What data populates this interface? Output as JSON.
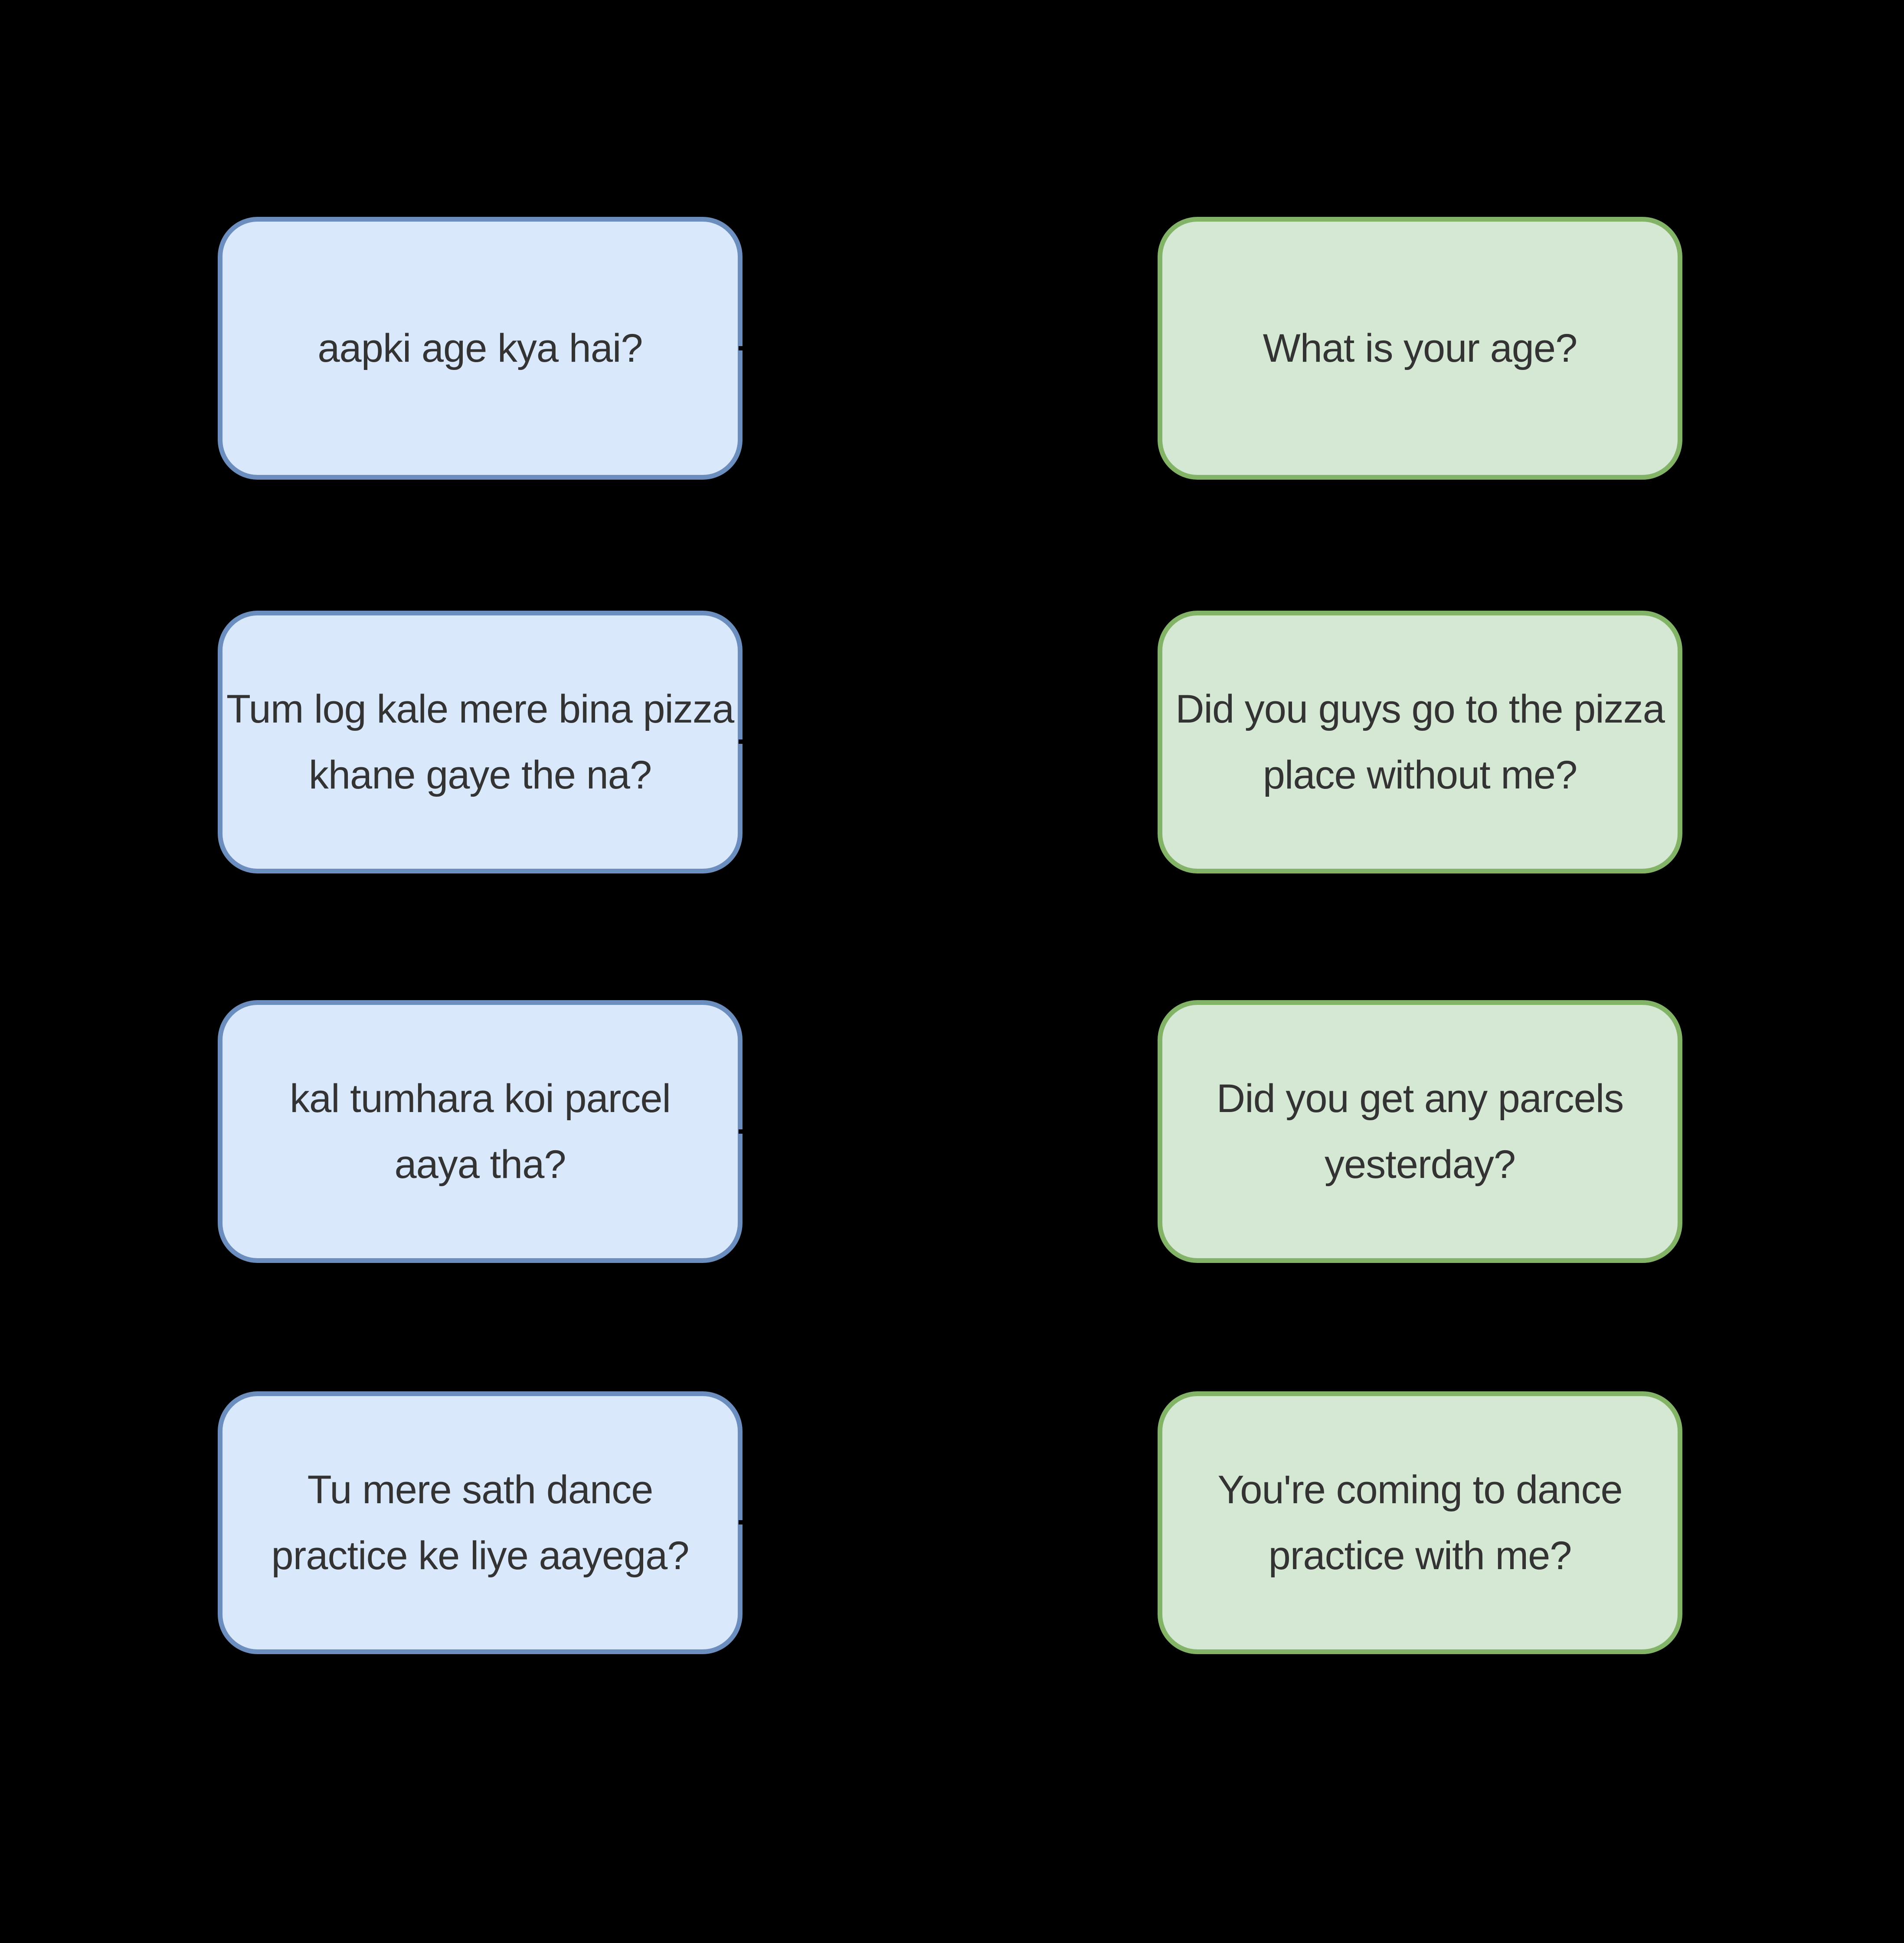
{
  "diagram": {
    "background": "#000000",
    "colors": {
      "hinglish_fill": "#dae8fc",
      "hinglish_stroke": "#6c8ebf",
      "english_fill": "#d5e8d4",
      "english_stroke": "#82b366",
      "text_color": "#333333",
      "connector_color": "#000000"
    },
    "pairs": [
      {
        "hinglish": "aapki age kya hai?",
        "english": "What is your age?"
      },
      {
        "hinglish": "Tum log kale mere bina pizza\nkhane gaye the na?",
        "english": "Did you guys go to the pizza\nplace without me?"
      },
      {
        "hinglish": "kal tumhara koi parcel\naaya tha?",
        "english": "Did you get any parcels\nyesterday?"
      },
      {
        "hinglish": "Tu mere sath dance\npractice ke liye aayega?",
        "english": "You're coming to dance\npractice with me?"
      }
    ]
  }
}
